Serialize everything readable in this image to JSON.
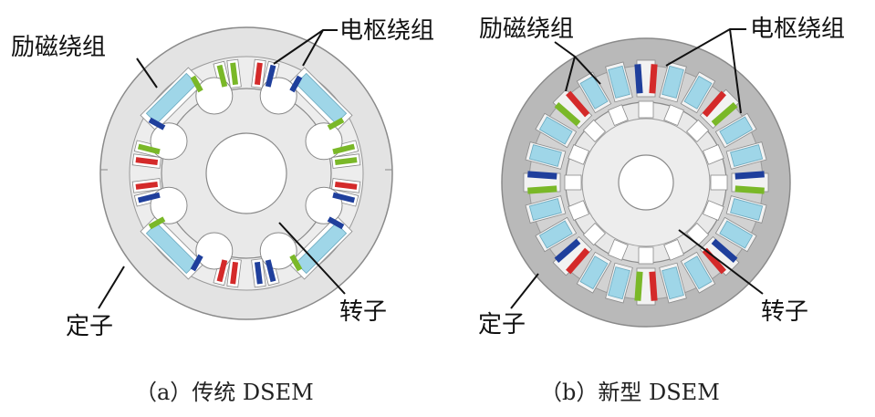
{
  "colors": {
    "stator_light": "#e3e3e3",
    "stator_dark": "#b9b9b9",
    "rotor": "#e9e9e9",
    "outline": "#8a8a8a",
    "field_coil": "#9fd6e8",
    "coil_blue": "#1f3f9c",
    "coil_red": "#d42a2a",
    "coil_green": "#7ab828"
  },
  "left": {
    "label_field": "励磁绕组",
    "label_armature": "电枢绕组",
    "label_stator": "定子",
    "label_rotor": "转子",
    "caption": "（a）传统 DSEM"
  },
  "right": {
    "label_field": "励磁绕组",
    "label_armature": "电枢绕组",
    "label_stator": "定子",
    "label_rotor": "转子",
    "caption": "（b）新型 DSEM"
  }
}
